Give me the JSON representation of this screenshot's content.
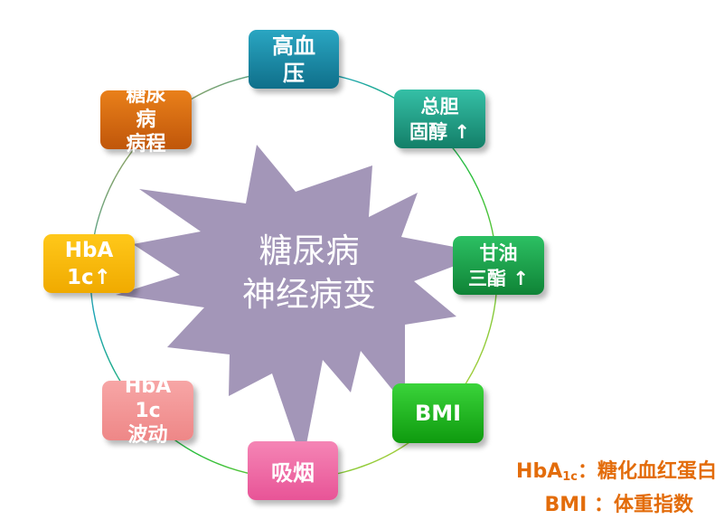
{
  "center": {
    "line1": "糖尿病",
    "line2": "神经病变"
  },
  "factors": {
    "hypertension": {
      "lines": [
        "高血",
        "压"
      ]
    },
    "cholesterol": {
      "lines": [
        "总胆",
        "固醇 ↑"
      ]
    },
    "triglycerides": {
      "lines": [
        "甘油",
        "三酯 ↑"
      ]
    },
    "bmi": {
      "lines": [
        "BMI"
      ]
    },
    "smoking": {
      "lines": [
        "吸烟"
      ]
    },
    "hba1c_fluctuation": {
      "lines": [
        "HbA",
        "1c",
        "波动"
      ]
    },
    "hba1c_high": {
      "lines": [
        "HbA",
        "1c↑"
      ]
    },
    "diabetes_duration": {
      "lines": [
        "糖尿",
        "病",
        "病程"
      ]
    }
  },
  "legend": {
    "hba1c_abbr": "HbA",
    "hba1c_sub": "1c",
    "hba1c_def": "：糖化血红蛋白",
    "bmi_abbr": "BMI",
    "bmi_def": "：体重指数"
  },
  "colors": {
    "hypertension": "#1a8aa4",
    "cholesterol": "#1fa38a",
    "triglycerides": "#1aa54f",
    "bmi": "#1db51d",
    "smoking": "#f06aa4",
    "hba1c_fluctuation": "#f39b9b",
    "hba1c_high": "#f7bd00",
    "diabetes_duration": "#d76a0c",
    "star": "#a396b8",
    "legend_text": "#e36c0a"
  }
}
